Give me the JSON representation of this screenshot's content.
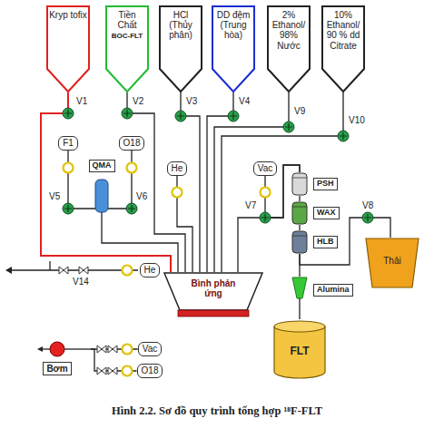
{
  "diagram": {
    "caption": "Hình 2.2. Sơ đồ quy trình tổng hợp ¹⁸F-FLT",
    "nodes": [
      {
        "text": [
          "Kryp tofix"
        ]
      },
      {
        "text": [
          "Tiền Chất",
          "BOC-FLT"
        ]
      },
      {
        "text": [
          "HCl (Thủy phân)"
        ]
      },
      {
        "text": [
          "DD đệm (Trung hòa)"
        ]
      },
      {
        "text": [
          "2% Ethanol/ 98% Nước"
        ]
      },
      {
        "text": [
          "10% Ethanol/ 90 % dd Citrate"
        ]
      },
      {
        "text": [
          "F1"
        ]
      },
      {
        "text": [
          "O18"
        ]
      },
      {
        "text": [
          "QMA"
        ]
      },
      {
        "text": [
          "He"
        ]
      },
      {
        "text": [
          "Vac"
        ]
      },
      {
        "text": [
          "PSH"
        ]
      },
      {
        "text": [
          "WAX"
        ]
      },
      {
        "text": [
          "HLB"
        ]
      },
      {
        "text": [
          "Thải"
        ]
      },
      {
        "text": [
          "Bình phản ứng"
        ]
      },
      {
        "text": [
          "Alumina"
        ]
      },
      {
        "text": [
          "FLT"
        ]
      },
      {
        "text": [
          "He"
        ]
      },
      {
        "text": [
          "Vac"
        ]
      },
      {
        "text": [
          "O18"
        ]
      },
      {
        "text": [
          "Bơm"
        ]
      }
    ],
    "edges": [
      {
        "from": 0,
        "to": 15,
        "arrow": "none"
      },
      {
        "from": 8,
        "to": 15,
        "arrow": "none"
      },
      {
        "from": 1,
        "to": 15,
        "arrow": "none"
      },
      {
        "from": 9,
        "to": 15,
        "arrow": "none"
      },
      {
        "from": 2,
        "to": 15,
        "arrow": "none"
      },
      {
        "from": 3,
        "to": 15,
        "arrow": "none"
      },
      {
        "from": 4,
        "to": 15,
        "arrow": "none"
      },
      {
        "from": 5,
        "to": 15,
        "arrow": "none"
      },
      {
        "from": 6,
        "to": 8,
        "arrow": "none"
      },
      {
        "from": 7,
        "to": 8,
        "arrow": "none"
      },
      {
        "from": 10,
        "to": 11,
        "arrow": "none"
      },
      {
        "from": 15,
        "to": 11,
        "arrow": "none"
      },
      {
        "from": 11,
        "to": 12,
        "arrow": "none"
      },
      {
        "from": 12,
        "to": 13,
        "arrow": "none"
      },
      {
        "from": 13,
        "to": 14,
        "arrow": "none"
      },
      {
        "from": 13,
        "to": 16,
        "arrow": "none"
      },
      {
        "from": 16,
        "to": 17,
        "arrow": "none"
      },
      {
        "from": 19,
        "to": 21,
        "arrow": "none"
      },
      {
        "from": 20,
        "to": 21,
        "arrow": "none"
      }
    ],
    "labels": [
      "V1",
      "V2",
      "V3",
      "V4",
      "V9",
      "V10",
      "V5",
      "V6",
      "V7",
      "V8",
      "V14"
    ]
  }
}
